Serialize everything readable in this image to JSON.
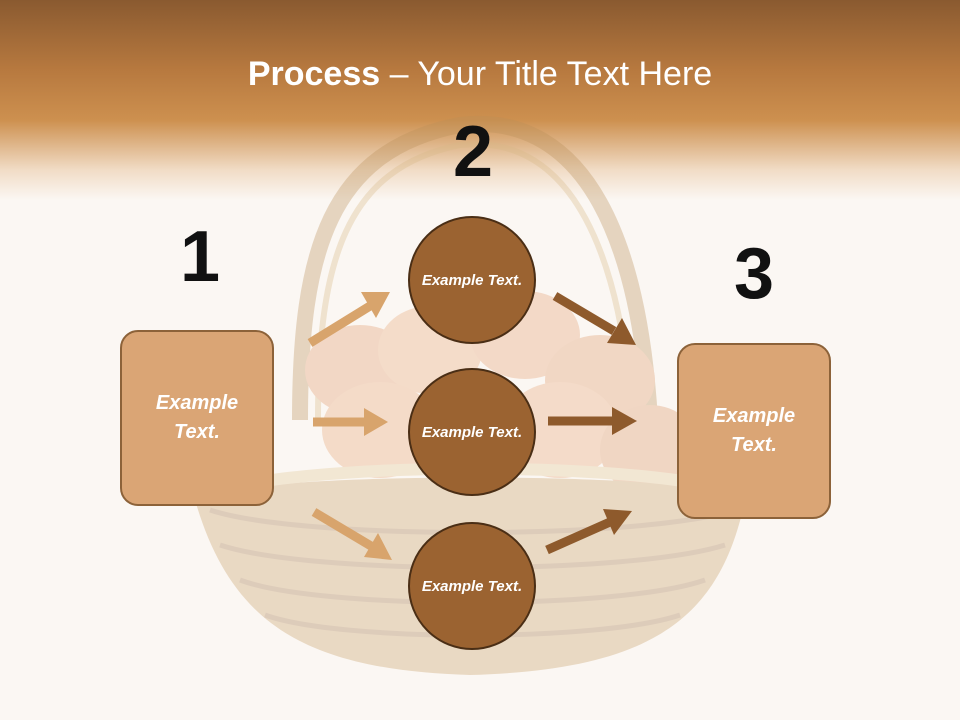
{
  "title": {
    "bold": "Process",
    "rest": " – Your Title Text Here"
  },
  "steps": {
    "one": {
      "number": "1",
      "box_text": "Example Text."
    },
    "two": {
      "number": "2",
      "circles": [
        "Example Text.",
        "Example Text.",
        "Example Text."
      ]
    },
    "three": {
      "number": "3",
      "box_text": "Example Text."
    }
  },
  "colors": {
    "box_fill": "#daa575",
    "box_border": "#8c6239",
    "circle_fill": "#9b6331",
    "circle_border": "#4a2e15",
    "arrow_light": "#d8a46c",
    "arrow_dark": "#8e5a2c"
  }
}
